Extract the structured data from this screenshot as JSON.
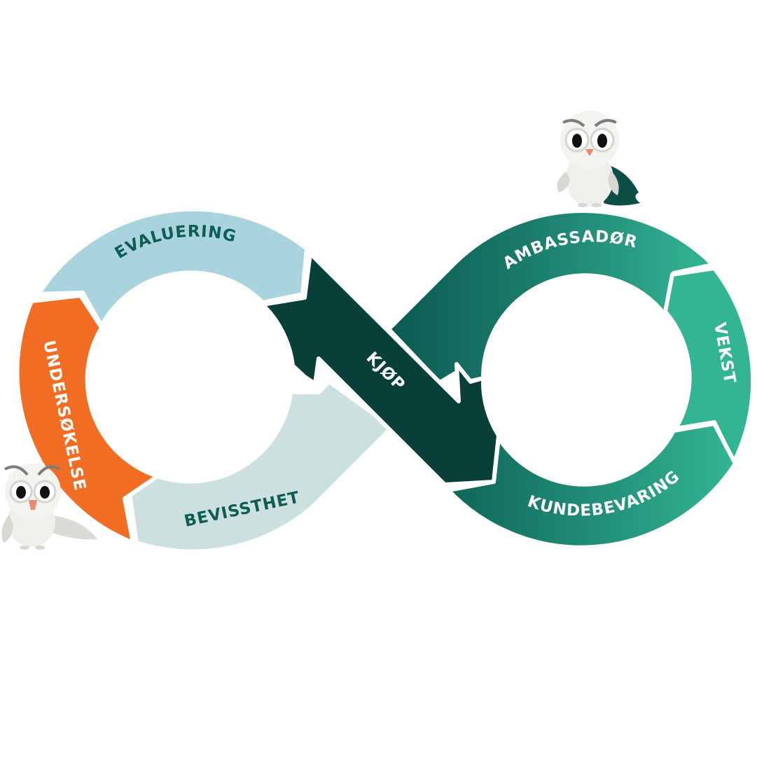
{
  "diagram": {
    "title": "Customer journey infinity loop",
    "stages": [
      {
        "id": "evaluering",
        "label": "EVALUERING",
        "color": "#a9d4de",
        "text_color": "#0d5c55"
      },
      {
        "id": "undersokelse",
        "label": "UNDERSØKELSE",
        "color": "#f26d24",
        "text_color": "#ffffff"
      },
      {
        "id": "bevissthet",
        "label": "BEVISSTHET",
        "color": "#cde0e0",
        "text_color": "#0d5c55"
      },
      {
        "id": "kjop",
        "label": "KJØP",
        "color": "#083f39",
        "text_color": "#ffffff"
      },
      {
        "id": "ambassador",
        "label": "AMBASSADØR",
        "color": "#1a7a6a",
        "text_color": "#ffffff"
      },
      {
        "id": "vekst",
        "label": "VEKST",
        "color": "#33b594",
        "text_color": "#ffffff"
      },
      {
        "id": "kundebevaring",
        "label": "KUNDEBEVARING",
        "color": "#249a80",
        "text_color": "#ffffff"
      }
    ],
    "mascots": [
      {
        "name": "owl-with-cape",
        "description": "White owl with dark green cape standing on top of right loop"
      },
      {
        "name": "owl-waving",
        "description": "White owl waving its wing at bottom-left"
      }
    ]
  },
  "colors": {
    "teal_dark": "#083f39",
    "teal_mid": "#0d5c55",
    "teal_light": "#33b594",
    "orange": "#f26d24",
    "light_blue": "#a9d4de",
    "pale_blue": "#cde0e0"
  }
}
